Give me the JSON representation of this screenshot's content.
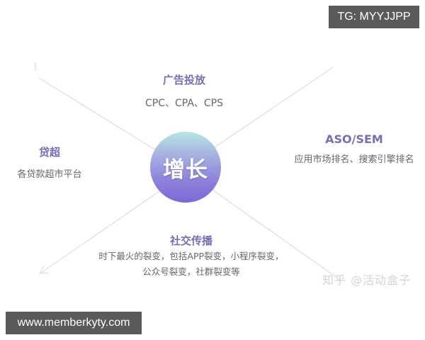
{
  "diagram": {
    "hub": {
      "label": "增长",
      "gradient": [
        "#b7e6e2",
        "#8f86dc",
        "#7d67d6"
      ]
    },
    "nodes": {
      "top": {
        "title": "广告投放",
        "desc": "CPC、CPA、CPS"
      },
      "right": {
        "title": "ASO/SEM",
        "desc": "应用市场排名、搜索引擎排名"
      },
      "left": {
        "title": "贷超",
        "desc": "各贷款超市平台"
      },
      "bottom": {
        "title": "社交传播",
        "desc_line1": "时下最火的裂变，包括APP裂变，小程序裂变，",
        "desc_line2": "公众号裂变，社群裂变等"
      }
    },
    "colors": {
      "title": "#7a6db4",
      "desc": "#666666",
      "line": "#dcdcdc"
    }
  },
  "watermarks": {
    "zhihu": "知乎 @活动盒子",
    "tg": "TG: MYYJJPP",
    "url": "www.memberkyty.com"
  }
}
